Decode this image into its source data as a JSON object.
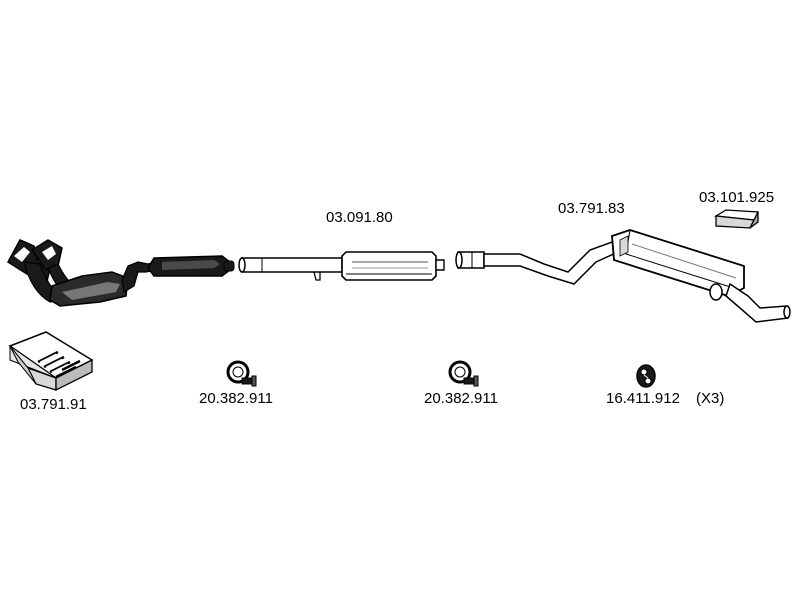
{
  "colors": {
    "ink": "#000000",
    "dark_fill": "#1a1a1a",
    "mid_fill": "#555555",
    "light_fill": "#d8d8d8",
    "paper": "#ffffff"
  },
  "parts": {
    "mounting_kit": {
      "code": "03.791.91",
      "icon": "mounting-kit-box-icon"
    },
    "front_pipe_catalyst": {
      "icon": "front-pipe-catalyst-icon"
    },
    "middle_silencer": {
      "code": "03.091.80",
      "icon": "middle-silencer-icon"
    },
    "rear_silencer": {
      "code": "03.791.83",
      "icon": "rear-silencer-icon"
    },
    "heat_shield_bracket": {
      "code": "03.101.925",
      "icon": "bracket-block-icon"
    },
    "clamp_1": {
      "code": "20.382.911",
      "icon": "pipe-clamp-icon"
    },
    "clamp_2": {
      "code": "20.382.911",
      "icon": "pipe-clamp-icon"
    },
    "rubber_hanger": {
      "code": "16.411.912",
      "quantity": "(X3)",
      "icon": "rubber-hanger-icon"
    }
  }
}
